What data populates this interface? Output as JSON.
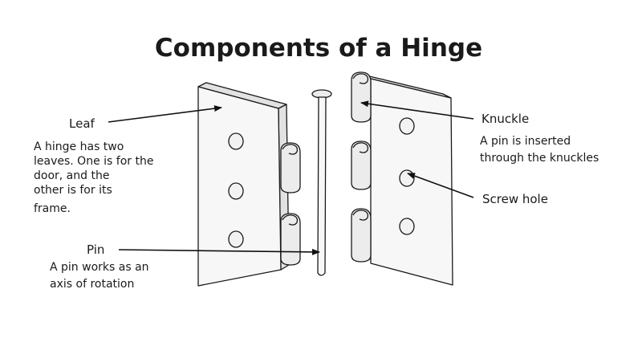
{
  "title": "Components of a Hinge",
  "labels": {
    "leaf": {
      "name": "Leaf",
      "description": [
        "A hinge has two",
        "leaves. One is for the",
        "door, and the",
        "other is for its",
        "frame."
      ]
    },
    "pin": {
      "name": "Pin",
      "description": [
        "A pin works as an",
        "axis of rotation"
      ]
    },
    "knuckle": {
      "name": "Knuckle",
      "description": [
        "A pin is inserted",
        "through the knuckles"
      ]
    },
    "screw_hole": {
      "name": "Screw hole"
    }
  }
}
